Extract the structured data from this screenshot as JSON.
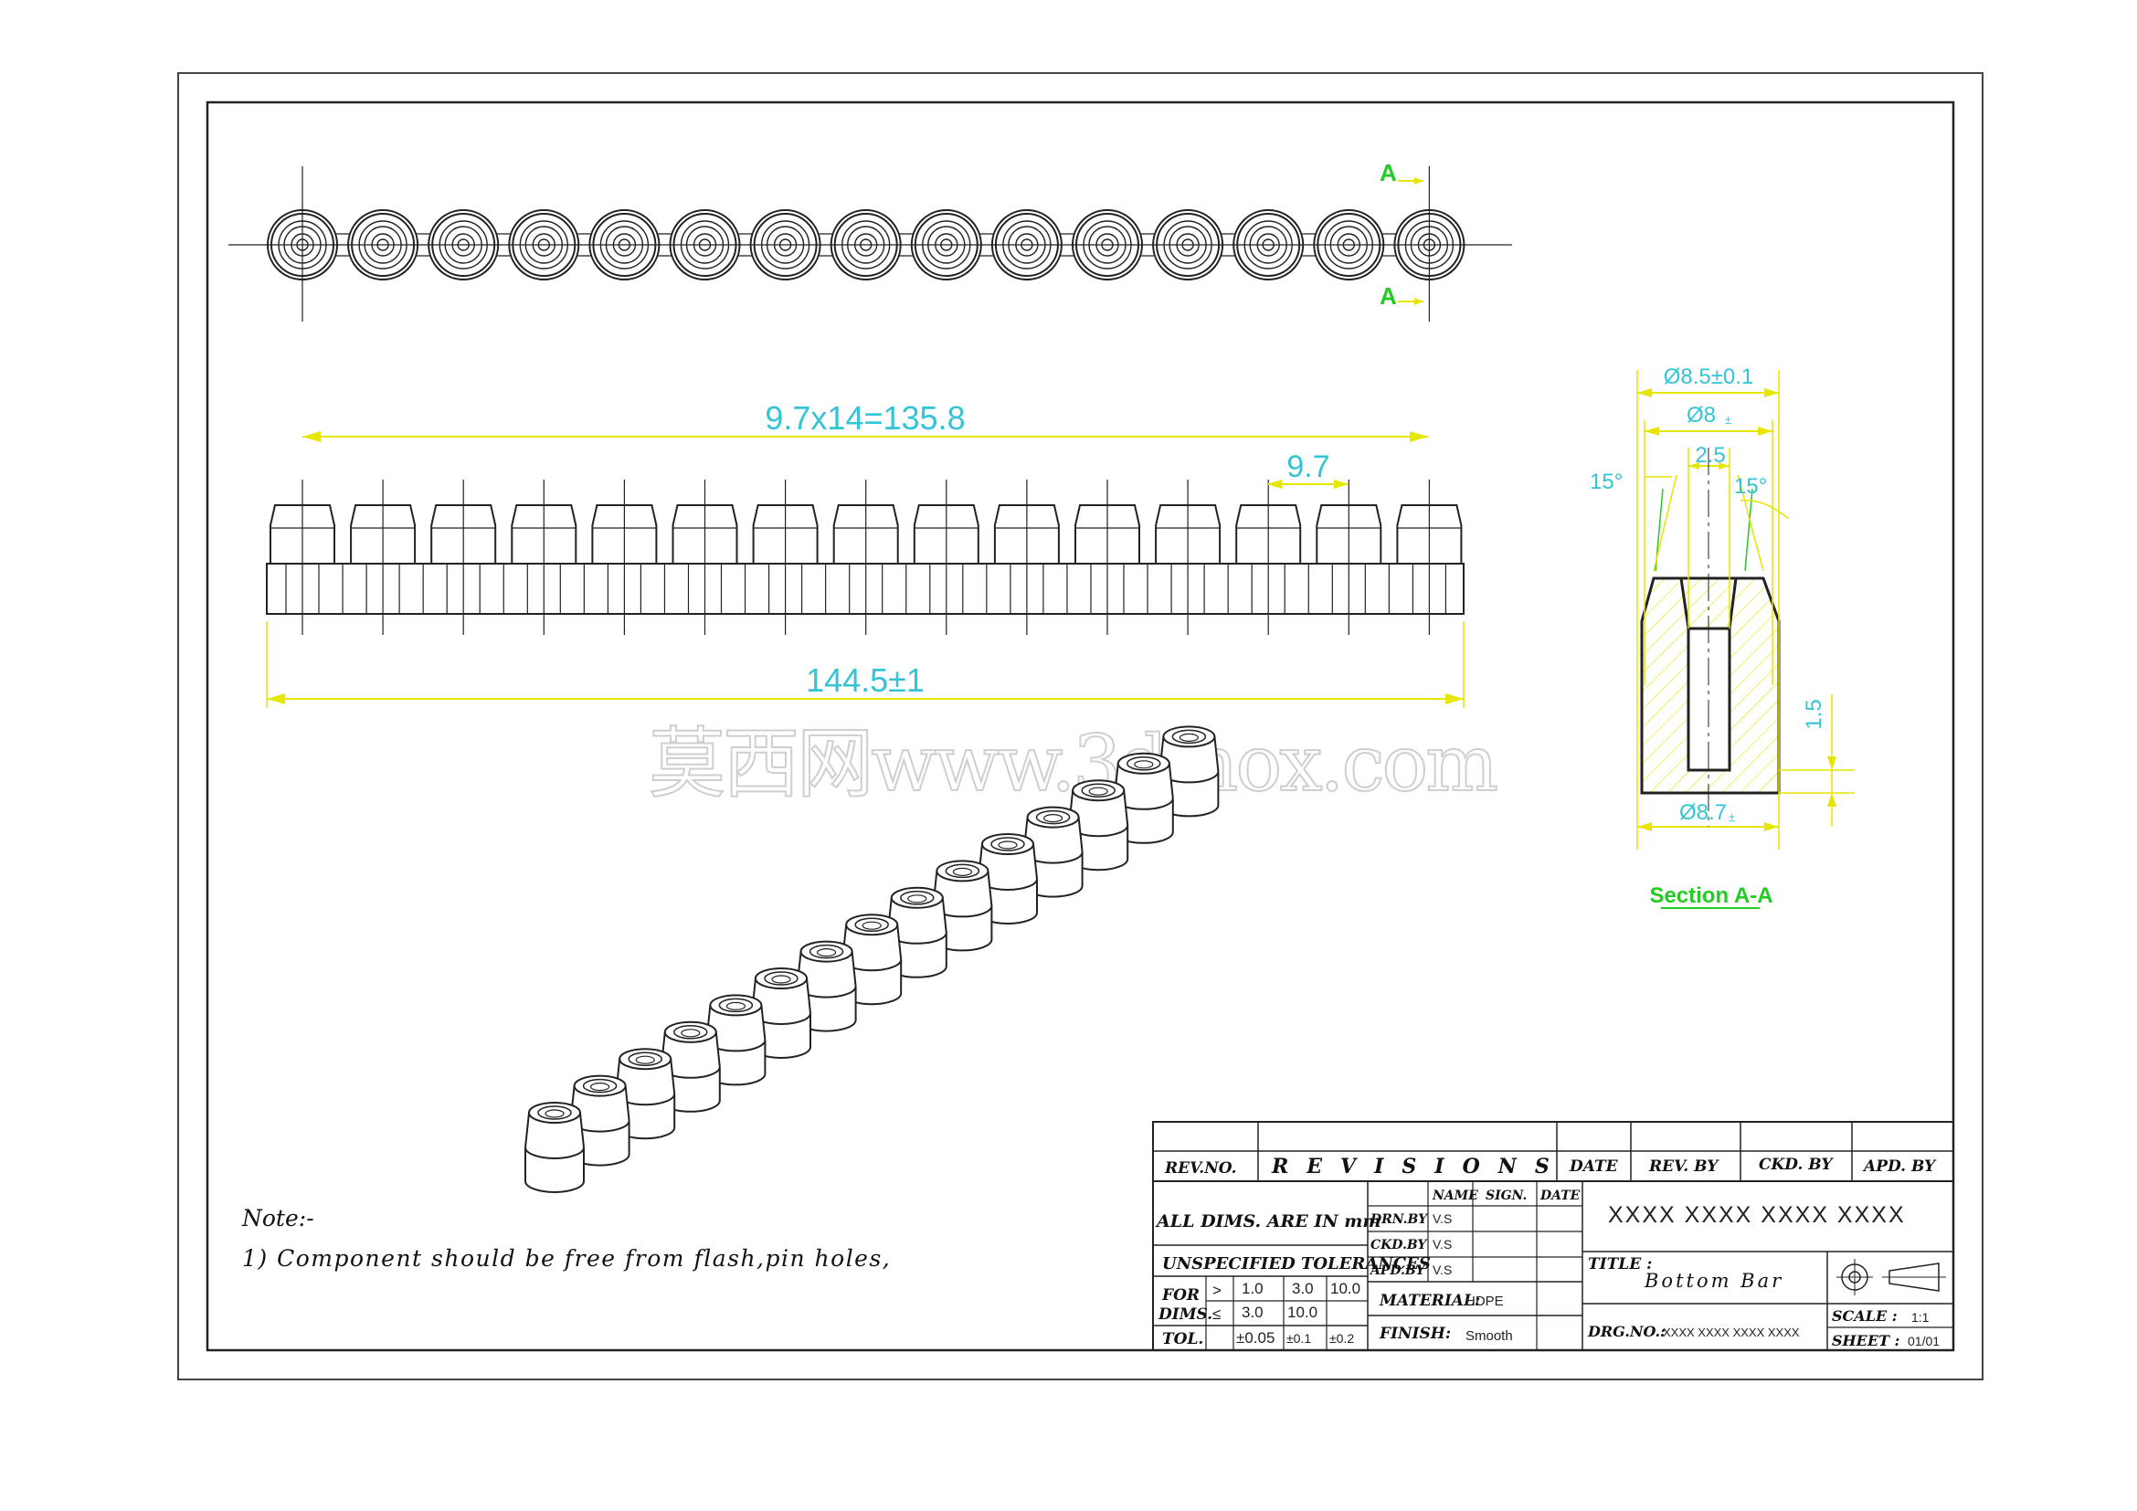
{
  "dimensions": {
    "pitch_total": "9.7x14=135.8",
    "pitch": "9.7",
    "overall_length": "144.5±1",
    "outer_dia": "Ø8.5±0.1",
    "mid_dia": "Ø8",
    "mid_dia_tol": "±",
    "bore": "2.5",
    "angle_left": "15°",
    "angle_right": "15°",
    "height": "1.5",
    "bottom_dia": "Ø8.7",
    "bottom_dia_tol": "±"
  },
  "section": {
    "marker": "A",
    "label": "Section A-A"
  },
  "watermark": "莫西网www.3dmox.com",
  "notes": {
    "heading": "Note:-",
    "items": [
      "1) Component should be free from flash,pin holes,"
    ]
  },
  "colors": {
    "dimension_line": "#e6e600",
    "dimension_text": "#33c4d6",
    "section_label": "#22cc22",
    "outline": "#222222"
  },
  "title_block": {
    "rev_no": "REV.NO.",
    "revisions": "REVISIONS",
    "date": "DATE",
    "rev_by": "REV. BY",
    "ckd_by": "CKD. BY",
    "apd_by": "APD. BY",
    "all_dims": "ALL DIMS. ARE IN mm",
    "name": "NAME",
    "sign": "SIGN.",
    "date2": "DATE",
    "drn_by_label": "DRN.BY",
    "drn_by": "V.S",
    "ckd_by_label": "CKD.BY",
    "ckd_by_val": "V.S",
    "apd_by_label": "APD.BY",
    "apd_by_val": "V.S",
    "unspecified": "UNSPECIFIED TOLERANCES",
    "for_dims_1": "FOR",
    "for_dims_2": "DIMS.",
    "tol": "TOL.",
    "gt": ">",
    "le": "≤",
    "tol_rows": {
      "gt": [
        "1.0",
        "3.0",
        "10.0"
      ],
      "le": [
        "3.0",
        "10.0",
        ""
      ],
      "tol": [
        "±0.05",
        "±0.1",
        "±0.2"
      ]
    },
    "material_label": "MATERIAL:",
    "material": "HDPE",
    "finish_label": "FINISH:",
    "finish": "Smooth",
    "company": "XXXX XXXX XXXX XXXX",
    "title_label": "TITLE :",
    "title": "Bottom Bar",
    "drg_no_label": "DRG.NO.:",
    "drg_no": "XXXX XXXX XXXX XXXX",
    "scale_label": "SCALE :",
    "scale": "1:1",
    "sheet_label": "SHEET :",
    "sheet": "01/01"
  },
  "part": {
    "count": 15
  }
}
